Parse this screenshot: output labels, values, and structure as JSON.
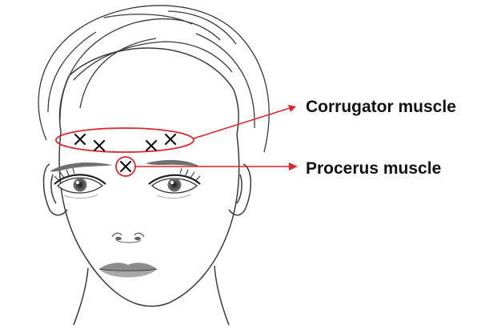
{
  "labels": {
    "corrugator": "Corrugator muscle",
    "procerus": "Procerus muscle"
  },
  "injection_points": {
    "corrugator_count": 4,
    "procerus_count": 1,
    "marker": "x-mark"
  },
  "colors": {
    "annotation": "#e0262b",
    "line_art": "#3a3a3a",
    "marker": "#111111",
    "label_text": "#111111"
  },
  "icons": {
    "arrow": "arrow-right-icon",
    "marker": "x-icon"
  }
}
